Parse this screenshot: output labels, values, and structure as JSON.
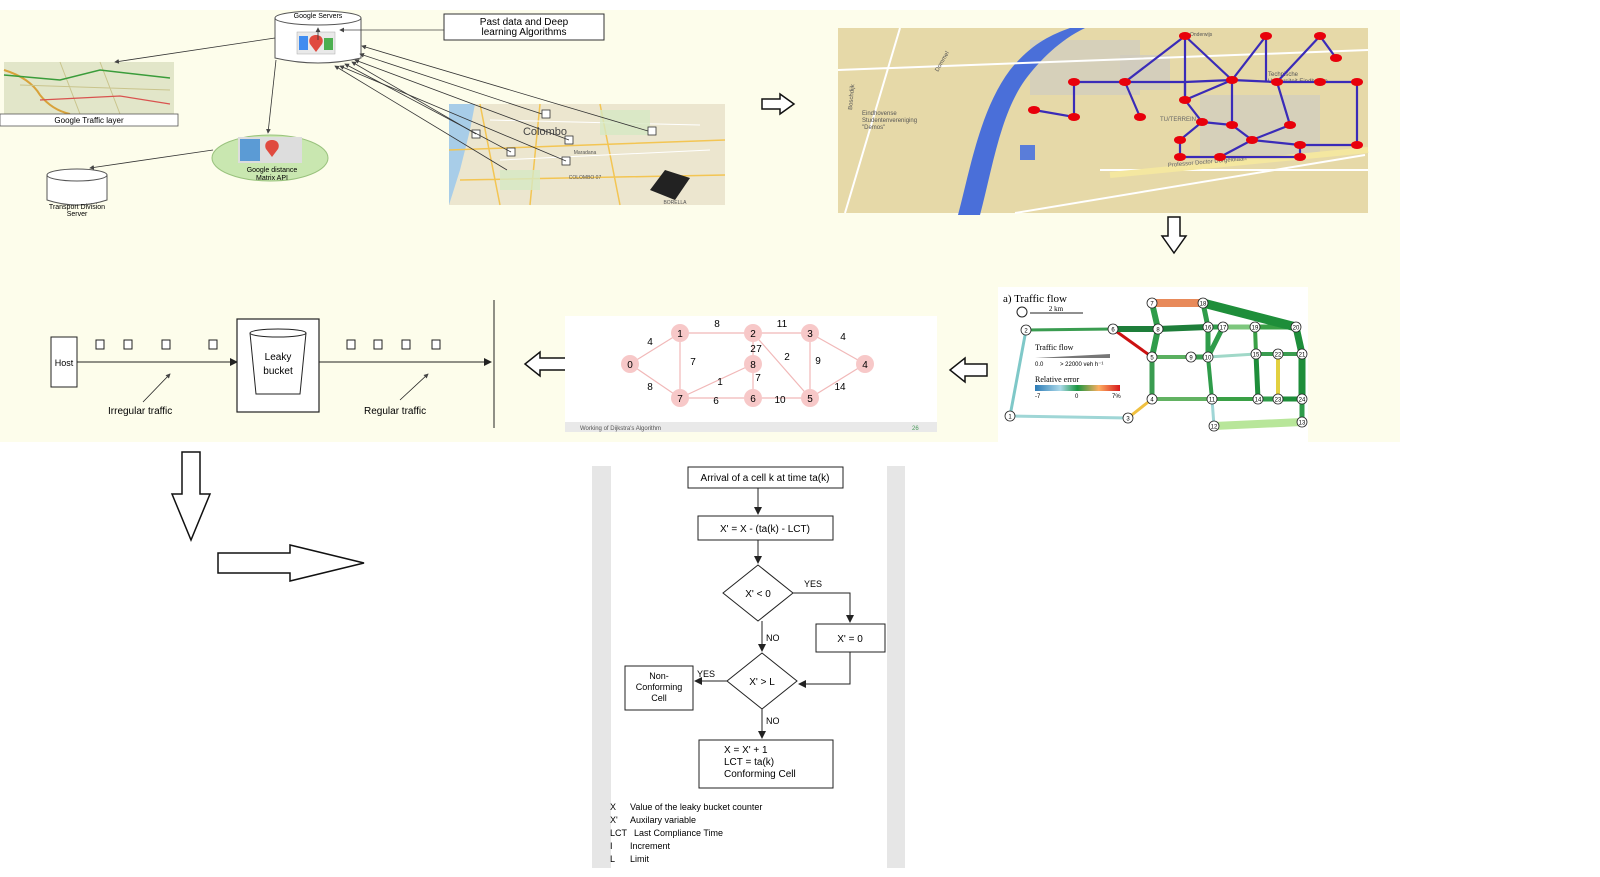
{
  "architecture": {
    "google_servers": "Google Servers",
    "past_data_line1": "Past data and Deep",
    "past_data_line2": "learning Algorithms",
    "traffic_layer": "Google Traffic layer",
    "distance_api_line1": "Google distance",
    "distance_api_line2": "Matrix API",
    "transport_server_line1": "Transport Division",
    "transport_server_line2": "Server",
    "map_city": "Colombo",
    "map_label_2": "Maradana",
    "map_label_3": "COLOMBO 07",
    "map_label_4": "BORELLA"
  },
  "campus_map": {
    "label_1": "Eindhovense",
    "label_2": "Studentenvereniging",
    "label_3": "\"Demos\"",
    "label_4": "Technische",
    "label_5": "Universiteit Eindhoven",
    "label_6": "TU/TERREIN",
    "label_7": "Professor Doctor Dorgelolaan",
    "label_8": "Dommel",
    "label_9": "Boschdijk",
    "label_10": "Onderwijs"
  },
  "traffic_flow": {
    "title": "a) Traffic flow",
    "scale": "2 km",
    "legend_flow": "Traffic flow",
    "legend_flow_min": "0.0",
    "legend_flow_max": "> 22000 veh h⁻¹",
    "legend_error": "Relative error",
    "legend_error_min": "-7",
    "legend_error_mid": "0",
    "legend_error_max": "7%",
    "nodes": [
      "1",
      "2",
      "3",
      "4",
      "5",
      "6",
      "7",
      "8",
      "9",
      "10",
      "11",
      "12",
      "13",
      "14",
      "15",
      "16",
      "17",
      "18",
      "19",
      "20",
      "21",
      "22",
      "23",
      "24"
    ]
  },
  "dijkstra": {
    "caption": "Working of Dijkstra's Algorithm",
    "page_number": "26",
    "nodes": [
      "0",
      "1",
      "2",
      "3",
      "4",
      "5",
      "6",
      "7",
      "8"
    ],
    "edge_weights": [
      "4",
      "8",
      "8",
      "7",
      "11",
      "7",
      "2",
      "4",
      "9",
      "14",
      "10",
      "6",
      "7",
      "1",
      "2"
    ]
  },
  "leaky_bucket": {
    "host": "Host",
    "bucket_line1": "Leaky",
    "bucket_line2": "bucket",
    "irregular": "Irregular traffic",
    "regular": "Regular traffic"
  },
  "flowchart": {
    "start": "Arrival of a cell k at time ta(k)",
    "compute": "X' = X - (ta(k) - LCT)",
    "decision1": "X' < 0",
    "set_zero": "X' = 0",
    "decision2": "X' > L",
    "nonconform_line1": "Non-",
    "nonconform_line2": "Conforming",
    "nonconform_line3": "Cell",
    "update_line1": "X = X' + 1",
    "update_line2": "LCT = ta(k)",
    "update_line3": "Conforming Cell",
    "yes1": "YES",
    "no1": "NO",
    "yes2": "YES",
    "no2": "NO",
    "legend": [
      {
        "sym": "X",
        "desc": "Value of the leaky bucket counter"
      },
      {
        "sym": "X'",
        "desc": "Auxilary variable"
      },
      {
        "sym": "LCT",
        "desc": "Last Compliance Time"
      },
      {
        "sym": "I",
        "desc": "Increment"
      },
      {
        "sym": "L",
        "desc": "Limit"
      }
    ]
  }
}
